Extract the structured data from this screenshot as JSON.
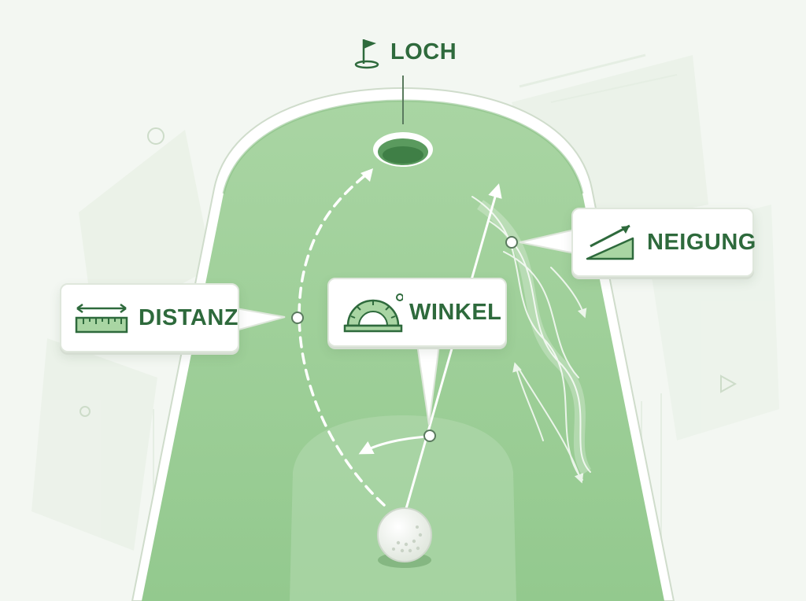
{
  "labels": {
    "hole": "LOCH",
    "distance": "DISTANZ",
    "angle": "WINKEL",
    "slope": "NEIGUNG"
  },
  "icons": {
    "hole": "flag-icon",
    "distance": "ruler-icon",
    "angle": "protractor-icon",
    "slope": "slope-icon"
  },
  "colors": {
    "background": "#f3f7f2",
    "green_surface": "#9fcf9a",
    "green_border": "#ffffff",
    "accent": "#2e6a3c",
    "line": "#ffffff"
  }
}
